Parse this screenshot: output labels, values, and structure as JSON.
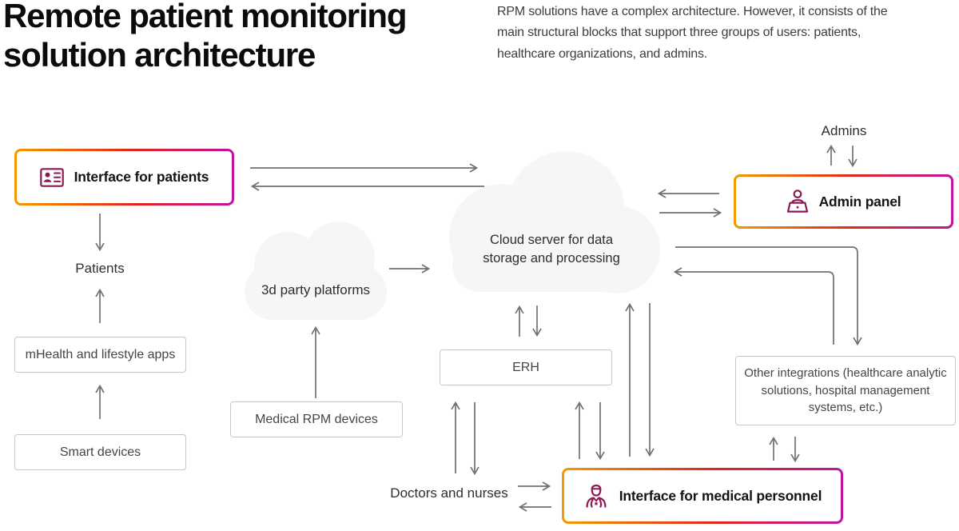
{
  "header": {
    "title": "Remote patient monitoring solution architecture",
    "intro": "RPM solutions have a complex architecture. However, it consists of the main structural blocks that support three groups of users: patients, healthcare organizations, and admins."
  },
  "diagram": {
    "interface_boxes": {
      "patients": {
        "label": "Interface for patients",
        "icon": "id-card-icon"
      },
      "admin": {
        "label": "Admin panel",
        "icon": "admin-desk-icon"
      },
      "medical": {
        "label": "Interface for medical personnel",
        "icon": "doctor-icon"
      }
    },
    "component_boxes": {
      "mhealth": {
        "label": "mHealth and lifestyle apps"
      },
      "smart_devices": {
        "label": "Smart devices"
      },
      "medical_rpm": {
        "label": "Medical RPM devices"
      },
      "erh": {
        "label": "ERH"
      },
      "other_integrations": {
        "label": "Other integrations (healthcare analytic solutions, hospital management systems, etc.)"
      }
    },
    "clouds": {
      "third_party": {
        "label": "3d party platforms"
      },
      "cloud_server": {
        "label": "Cloud server for data storage and processing"
      }
    },
    "actor_labels": {
      "admins": "Admins",
      "patients": "Patients",
      "doctors": "Doctors and nurses"
    },
    "colors": {
      "gradient_start": "#F49B00",
      "gradient_mid": "#E2231A",
      "gradient_end": "#C013A2",
      "icon": "#8E1853",
      "arrow": "#707070",
      "cloud_fill": "#F6F6F6",
      "box_border": "#C6C6C6",
      "text_dark": "#0B0B0B",
      "text_body": "#3D3D3D"
    }
  }
}
